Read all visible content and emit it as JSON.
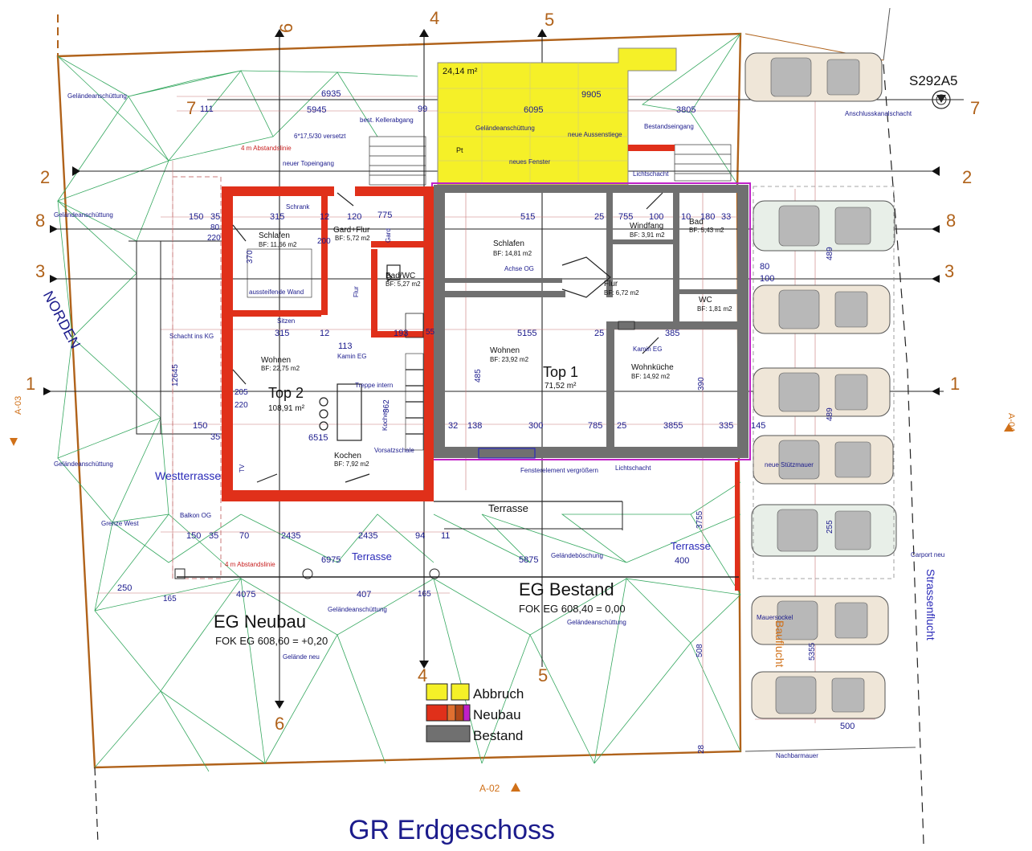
{
  "title": "GR Erdgeschoss",
  "north": "NORDEN",
  "survey_point": "S292A5",
  "section_refs": {
    "left": "A-03",
    "right": "A-04",
    "bottom": "A-02"
  },
  "axes": {
    "a1": "1",
    "a2": "2",
    "a3": "3",
    "a4": "4",
    "a5": "5",
    "a6": "6",
    "a7": "7",
    "a8": "8"
  },
  "units": {
    "top2": {
      "name": "Top 2",
      "area": "108,91 m²"
    },
    "top1": {
      "name": "Top 1",
      "area": "71,52 m²"
    }
  },
  "rooms": [
    {
      "name": "Schlafen",
      "bf": "BF: 11,66 m2"
    },
    {
      "name": "Gard+Flur",
      "bf": "BF: 5,72 m2"
    },
    {
      "name": "Bad/WC",
      "bf": "BF: 5,27 m2"
    },
    {
      "name": "Wohnen",
      "bf": "BF: 22,75 m2"
    },
    {
      "name": "Kochen",
      "bf": "BF: 7,92 m2"
    },
    {
      "name": "Schlafen",
      "bf": "BF: 14,81 m2"
    },
    {
      "name": "Wohnen",
      "bf": "BF: 23,92 m2"
    },
    {
      "name": "Flur",
      "bf": "BF: 6,72 m2"
    },
    {
      "name": "Windfang",
      "bf": "BF: 3,91 m2"
    },
    {
      "name": "Bad",
      "bf": "BF: 5,43 m2"
    },
    {
      "name": "WC",
      "bf": "BF: 1,81 m2"
    },
    {
      "name": "Wohnküche",
      "bf": "BF: 14,92 m2"
    }
  ],
  "labels": {
    "eg_neubau": "EG Neubau",
    "fok_neubau": "FOK EG 608,60 = +0,20",
    "eg_bestand": "EG Bestand",
    "fok_bestand": "FOK EG 608,40 = 0,00",
    "westterrasse": "Westterrasse",
    "terrasse_a": "Terrasse",
    "terrasse_b": "Terrasse",
    "terrasse_c": "Terrasse",
    "strassenflucht": "Strassenflucht",
    "bauflucht": "Bauflucht",
    "abbruch_area": "24,14 m²"
  },
  "notes": {
    "gelaende1": "Geländeanschüttung",
    "gelaende2": "Geländeanschüttung",
    "gelaende3": "Geländeanschüttung",
    "gelaende4": "Geländeanschüttung",
    "gelaende5": "Geländeanschüttung",
    "gelaende6": "Geländeanschüttung",
    "gelaende_neu": "Gelände neu",
    "gelaendeboeschung": "Geländeböschung",
    "abstand1": "4 m Abstandslinie",
    "abstand2": "4 m Abstandslinie",
    "topeingang": "neuer Topeingang",
    "stufen": "6*17,5/30 versetzt",
    "kellerabgang": "best. Kellerabgang",
    "aussenstiege": "neue Aussenstiege",
    "bestandseingang": "Bestandseingang",
    "fenster": "neues Fenster",
    "lichtschacht1": "Lichtschacht",
    "lichtschacht2": "Lichtschacht",
    "schrank": "Schrank",
    "aussteifende": "aussteifende Wand",
    "sitzen": "Sitzen",
    "kamin_eg1": "Kamin EG",
    "kamin_eg2": "Kamin EG",
    "treppe": "Treppe intern",
    "vorsatzschale": "Vorsatzschale",
    "kochen_v": "Kochen",
    "flur_v": "Flur",
    "gard_v": "Gard",
    "tv": "TV",
    "schacht": "Schacht ins KG",
    "achse_og": "Achse OG",
    "fensterelement": "Fensterelement vergrößern",
    "balkon": "Balkon OG",
    "grenze": "Grenze West",
    "stuetzmauer": "neue Stützmauer",
    "carport": "Carport neu",
    "mauersockel": "Mauersockel",
    "nachbarmauer": "Nachbarmauer",
    "anschluss": "Anschlusskanalschacht",
    "pt": "Pt"
  },
  "dims": {
    "d6935": "6935",
    "d5945": "5945",
    "d99": "99",
    "d6095": "6095",
    "d9905": "9905",
    "d3805": "3805",
    "d111": "111",
    "d150a": "150",
    "d35a": "35",
    "d315a": "315",
    "d12a": "12",
    "d120": "120",
    "d775": "775",
    "d515": "515",
    "d25a": "25",
    "d755": "755",
    "d100": "100",
    "d10": "10",
    "d180": "180",
    "d33": "33",
    "d80a": "80",
    "d220a": "220",
    "d200": "200",
    "d315b": "315",
    "d12b": "12",
    "d113": "113",
    "d193": "193",
    "d55": "55",
    "d5155": "5155",
    "d25b": "25",
    "d385": "385",
    "d205": "205",
    "d220b": "220",
    "d150b": "150",
    "d35b": "35",
    "d6515": "6515",
    "d32": "32",
    "d138": "138",
    "d300": "300",
    "d785": "785",
    "d25c": "25",
    "d3855": "3855",
    "d335": "335",
    "d145": "145",
    "d150c": "150",
    "d35c": "35",
    "d70": "70",
    "d2435a": "2435",
    "d2435b": "2435",
    "d94": "94",
    "d11": "11",
    "d6975": "6975",
    "d5875": "5875",
    "d400": "400",
    "d250": "250",
    "d165a": "165",
    "d4075": "4075",
    "d407": "407",
    "d165b": "165",
    "d80b": "80",
    "d100b": "100",
    "d12645": "12645",
    "d370": "370",
    "d485": "485",
    "d362": "362",
    "d390": "390",
    "d3755": "3755",
    "d508": "508",
    "d5355": "5355",
    "d500": "500",
    "d489a": "489",
    "d489b": "489",
    "d255": "255",
    "d28": "28"
  },
  "legend": [
    {
      "label": "Abbruch",
      "color": "#f5f028"
    },
    {
      "label": "Neubau",
      "color": "#e0301a"
    },
    {
      "label": "Bestand",
      "color": "#707070"
    }
  ]
}
